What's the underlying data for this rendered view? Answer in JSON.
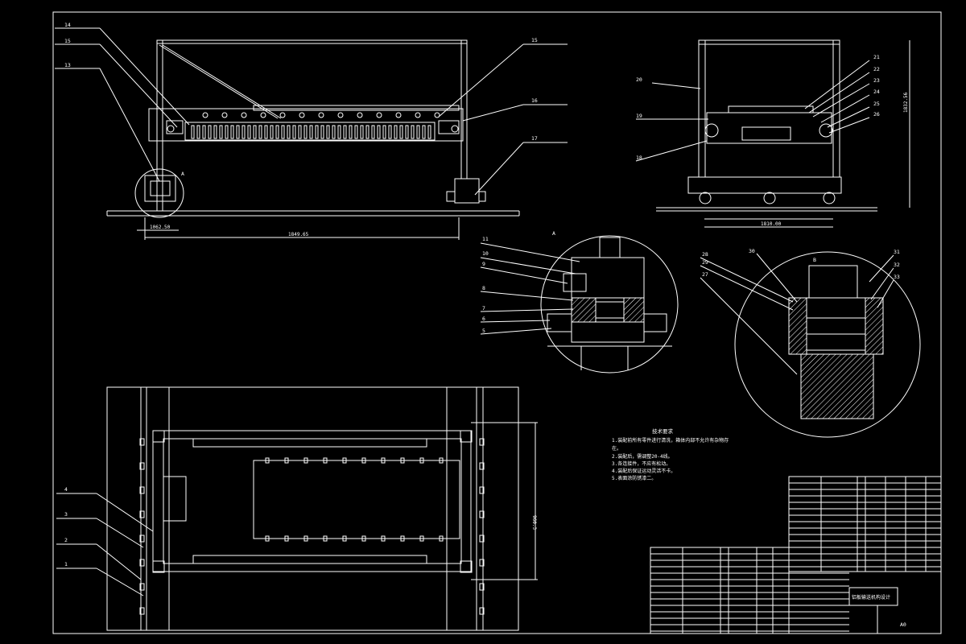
{
  "leaders_front": [
    "14",
    "15",
    "13",
    "16",
    "17"
  ],
  "leaders_side": [
    "20",
    "19",
    "18",
    "21",
    "22",
    "23",
    "24",
    "25",
    "26"
  ],
  "leaders_plan": [
    "4",
    "3",
    "2",
    "1"
  ],
  "leaders_detail_a": [
    "11",
    "10",
    "9",
    "8",
    "7",
    "6",
    "5"
  ],
  "leaders_detail_b": [
    "28",
    "29",
    "27",
    "30",
    "31",
    "32",
    "33"
  ],
  "dim_front_overall": "1849.65",
  "dim_front_small": "1062.50",
  "dim_side_height": "1832.56",
  "dim_side_width": "1810.00",
  "dim_plan_height": "960.3",
  "label_detail_a": "A",
  "label_detail_b": "B",
  "label_front_a": "A",
  "tech_req_title": "技术要求",
  "tech_req_lines": [
    "1.装配前所有零件进行清洗，箱体内部不允许有杂物存",
    "在。",
    "2.装配后，需调整20-4线。",
    "3.各连接件，不应有松动。",
    "4.装配后保证运动灵活不卡。",
    "5.表面涂防锈漆二。"
  ],
  "title_block_name": "铝板输送机构设计",
  "sheet_size": "A0",
  "colors": {
    "background": "#000000",
    "line": "#ffffff"
  }
}
